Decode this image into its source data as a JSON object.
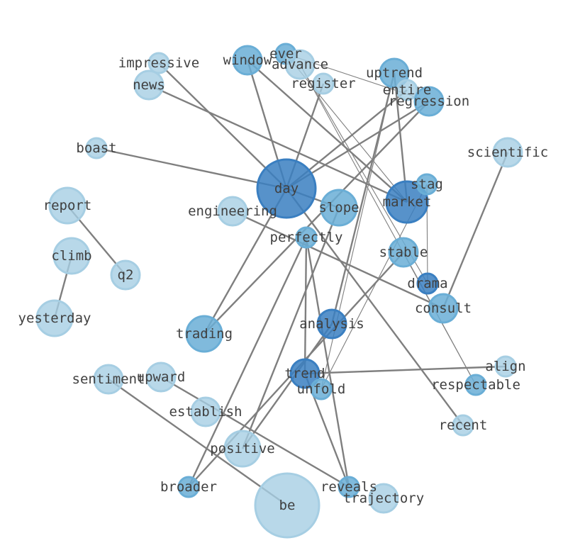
{
  "graph": {
    "colors": {
      "light": "#a6cee3",
      "medium": "#6aaed6",
      "dark": "#3a7fc1",
      "edge": "#7f7f7f",
      "label": "#404040"
    },
    "nodes": [
      {
        "id": "day",
        "label": "day",
        "tone": "dark"
      },
      {
        "id": "be",
        "label": "be",
        "tone": "light"
      },
      {
        "id": "market",
        "label": "market",
        "tone": "dark"
      },
      {
        "id": "slope",
        "label": "slope",
        "tone": "medium"
      },
      {
        "id": "window",
        "label": "window",
        "tone": "medium"
      },
      {
        "id": "ever",
        "label": "ever",
        "tone": "medium"
      },
      {
        "id": "advance",
        "label": "advance",
        "tone": "light"
      },
      {
        "id": "impressive",
        "label": "impressive",
        "tone": "light"
      },
      {
        "id": "news",
        "label": "news",
        "tone": "light"
      },
      {
        "id": "register",
        "label": "register",
        "tone": "light"
      },
      {
        "id": "uptrend",
        "label": "uptrend",
        "tone": "medium"
      },
      {
        "id": "entire",
        "label": "entire",
        "tone": "light"
      },
      {
        "id": "regression",
        "label": "regression",
        "tone": "medium"
      },
      {
        "id": "boast",
        "label": "boast",
        "tone": "light"
      },
      {
        "id": "scientific",
        "label": "scientific",
        "tone": "light"
      },
      {
        "id": "stag",
        "label": "stag",
        "tone": "medium"
      },
      {
        "id": "report",
        "label": "report",
        "tone": "light"
      },
      {
        "id": "engineering",
        "label": "engineering",
        "tone": "light"
      },
      {
        "id": "perfectly",
        "label": "perfectly",
        "tone": "medium"
      },
      {
        "id": "climb",
        "label": "climb",
        "tone": "light"
      },
      {
        "id": "q2",
        "label": "q2",
        "tone": "light"
      },
      {
        "id": "stable",
        "label": "stable",
        "tone": "medium"
      },
      {
        "id": "drama",
        "label": "drama",
        "tone": "dark"
      },
      {
        "id": "consult",
        "label": "consult",
        "tone": "medium"
      },
      {
        "id": "yesterday",
        "label": "yesterday",
        "tone": "light"
      },
      {
        "id": "analysis",
        "label": "analysis",
        "tone": "dark"
      },
      {
        "id": "trading",
        "label": "trading",
        "tone": "medium"
      },
      {
        "id": "align",
        "label": "align",
        "tone": "light"
      },
      {
        "id": "sentiment",
        "label": "sentiment",
        "tone": "light"
      },
      {
        "id": "upward",
        "label": "upward",
        "tone": "light"
      },
      {
        "id": "trend",
        "label": "trend",
        "tone": "dark"
      },
      {
        "id": "unfold",
        "label": "unfold",
        "tone": "medium"
      },
      {
        "id": "respectable",
        "label": "respectable",
        "tone": "medium"
      },
      {
        "id": "establish",
        "label": "establish",
        "tone": "light"
      },
      {
        "id": "recent",
        "label": "recent",
        "tone": "light"
      },
      {
        "id": "positive",
        "label": "positive",
        "tone": "light"
      },
      {
        "id": "broader",
        "label": "broader",
        "tone": "medium"
      },
      {
        "id": "reveals",
        "label": "reveals",
        "tone": "medium"
      },
      {
        "id": "trajectory",
        "label": "trajectory",
        "tone": "light"
      }
    ],
    "edges": [
      {
        "source": "day",
        "target": "window",
        "weight": "thick"
      },
      {
        "source": "day",
        "target": "impressive",
        "weight": "thick"
      },
      {
        "source": "day",
        "target": "boast",
        "weight": "thick"
      },
      {
        "source": "day",
        "target": "register",
        "weight": "thick"
      },
      {
        "source": "day",
        "target": "regression",
        "weight": "thick"
      },
      {
        "source": "day",
        "target": "entire",
        "weight": "thick"
      },
      {
        "source": "day",
        "target": "slope",
        "weight": "thick"
      },
      {
        "source": "day",
        "target": "trading",
        "weight": "thick"
      },
      {
        "source": "day",
        "target": "recent",
        "weight": "thick"
      },
      {
        "source": "news",
        "target": "market",
        "weight": "thick"
      },
      {
        "source": "window",
        "target": "market",
        "weight": "thick"
      },
      {
        "source": "ever",
        "target": "regression",
        "weight": "thin"
      },
      {
        "source": "ever",
        "target": "market",
        "weight": "thin"
      },
      {
        "source": "advance",
        "target": "respectable",
        "weight": "thin"
      },
      {
        "source": "advance",
        "target": "drama",
        "weight": "thin"
      },
      {
        "source": "uptrend",
        "target": "market",
        "weight": "thick"
      },
      {
        "source": "uptrend",
        "target": "analysis",
        "weight": "thick"
      },
      {
        "source": "uptrend",
        "target": "unfold",
        "weight": "thin"
      },
      {
        "source": "regression",
        "target": "trading",
        "weight": "thick"
      },
      {
        "source": "scientific",
        "target": "consult",
        "weight": "thick"
      },
      {
        "source": "report",
        "target": "q2",
        "weight": "thick"
      },
      {
        "source": "climb",
        "target": "yesterday",
        "weight": "thick"
      },
      {
        "source": "engineering",
        "target": "consult",
        "weight": "thick"
      },
      {
        "source": "perfectly",
        "target": "trend",
        "weight": "thick"
      },
      {
        "source": "perfectly",
        "target": "reveals",
        "weight": "thick"
      },
      {
        "source": "perfectly",
        "target": "broader",
        "weight": "thick"
      },
      {
        "source": "stable",
        "target": "broader",
        "weight": "thick"
      },
      {
        "source": "stable",
        "target": "respectable",
        "weight": "thin"
      },
      {
        "source": "stag",
        "target": "drama",
        "weight": "thin"
      },
      {
        "source": "stag",
        "target": "unfold",
        "weight": "thin"
      },
      {
        "source": "trend",
        "target": "align",
        "weight": "thick"
      },
      {
        "source": "trend",
        "target": "reveals",
        "weight": "thick"
      },
      {
        "source": "sentiment",
        "target": "be",
        "weight": "thick"
      },
      {
        "source": "upward",
        "target": "reveals",
        "weight": "thick"
      },
      {
        "source": "slope",
        "target": "positive",
        "weight": "thick"
      },
      {
        "source": "analysis",
        "target": "positive",
        "weight": "thick"
      }
    ]
  }
}
